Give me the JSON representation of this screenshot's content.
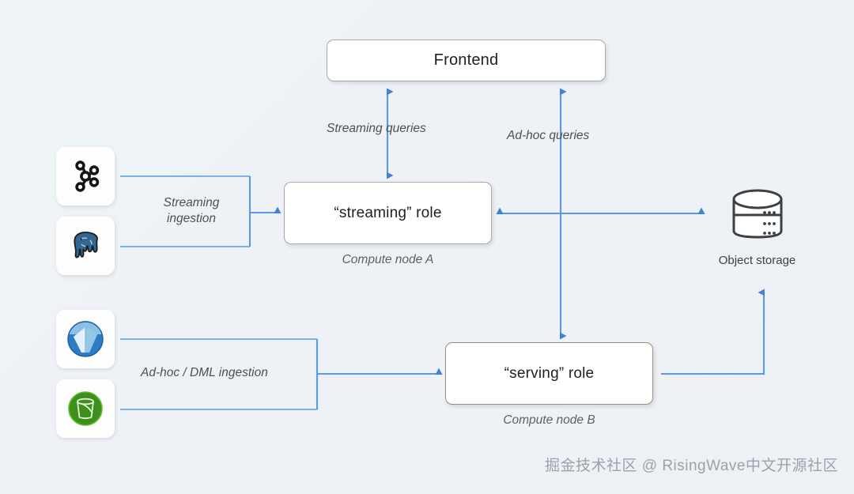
{
  "diagram": {
    "background_color": "#eef2f6",
    "accent_color": "#4a90e2",
    "boxes": [
      {
        "id": "frontend",
        "label": "Frontend",
        "border_color": "#a8a8a8"
      },
      {
        "id": "streaming",
        "label": "“streaming” role",
        "border_color": "#a8a8a8",
        "caption": "Compute node A"
      },
      {
        "id": "serving",
        "label": "“serving” role",
        "border_color": "#8e9477",
        "caption": "Compute node B"
      }
    ],
    "edge_labels": {
      "streaming_queries": "Streaming queries",
      "adhoc_queries": "Ad-hoc queries",
      "streaming_ingestion": "Streaming\ningestion",
      "adhoc_dml_ingestion": "Ad-hoc / DML ingestion"
    },
    "sources": [
      {
        "id": "kafka",
        "icon": "kafka-icon",
        "color": "#141414"
      },
      {
        "id": "postgres",
        "icon": "postgresql-icon",
        "color": "#336791"
      },
      {
        "id": "iceberg",
        "icon": "apache-iceberg-icon",
        "color": "#1f6fb5"
      },
      {
        "id": "minio",
        "icon": "minio-bucket-icon",
        "color": "#3a8c1e"
      }
    ],
    "storage": {
      "icon": "database-cylinder-icon",
      "label": "Object storage"
    }
  },
  "watermark": {
    "text": "掘金技术社区 @ RisingWave中文开源社区"
  }
}
